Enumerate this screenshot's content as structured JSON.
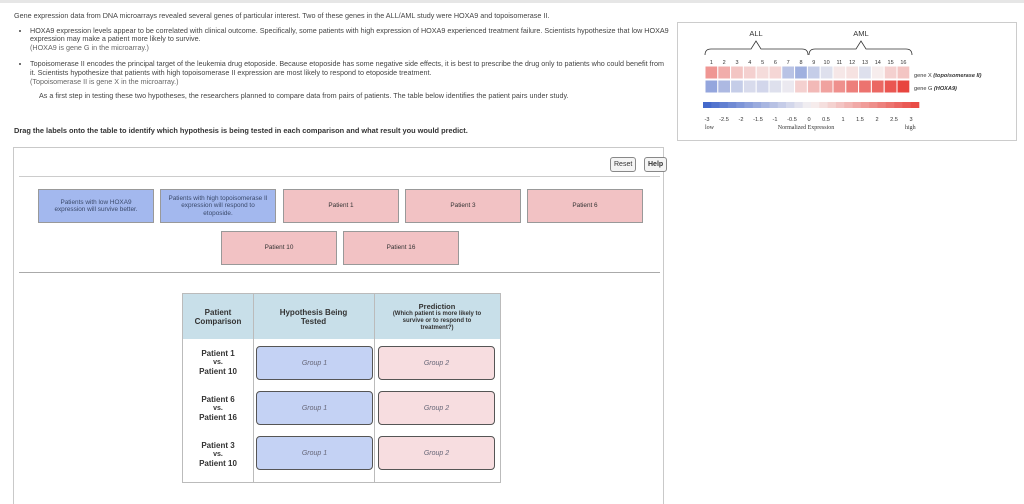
{
  "intro": {
    "lead": "Gene expression data from DNA microarrays revealed several genes of particular interest. Two of these genes in the ALL/AML study were HOXA9 and topoisomerase II.",
    "bullet1": "HOXA9 expression levels appear to be correlated with clinical outcome. Specifically, some patients with high expression of HOXA9 experienced treatment failure. Scientists hypothesize that low HOXA9 expression may make a patient more likely to survive.",
    "bullet1_note": "(HOXA9 is gene G in the microarray.)",
    "bullet2": "Topoisomerase II encodes the principal target of the leukemia drug etoposide. Because etoposide has some negative side effects, it is best to prescribe the drug only to patients who could benefit from it. Scientists hypothesize that patients with high topoisomerase II expression are most likely to respond to etoposide treatment.",
    "bullet2_note": "(Topoisomerase II is gene X in the microarray.)",
    "step": "As a first step in testing these two hypotheses, the researchers planned to compare data from pairs of patients. The table below identifies the patient pairs under study.",
    "instruction": "Drag the labels onto the table to identify which hypothesis is being tested in each comparison and what result you would predict."
  },
  "heatmap": {
    "group_all": "ALL",
    "group_aml": "AML",
    "patients": [
      "1",
      "2",
      "3",
      "4",
      "5",
      "6",
      "7",
      "8",
      "9",
      "10",
      "11",
      "12",
      "13",
      "14",
      "15",
      "16"
    ],
    "gene_x_label": "gene X",
    "gene_x_name": "(topoisomerase II)",
    "gene_g_label": "gene G",
    "gene_g_name": "(HOXA9)",
    "row_x": [
      1.6,
      1.2,
      0.8,
      0.6,
      0.4,
      0.5,
      -1.0,
      -1.4,
      -0.8,
      -0.4,
      0.2,
      0.3,
      -0.4,
      0.1,
      0.6,
      0.8
    ],
    "row_g": [
      -1.6,
      -1.2,
      -0.8,
      -0.5,
      -0.6,
      -0.4,
      -0.2,
      0.6,
      1.0,
      1.4,
      1.7,
      2.0,
      2.2,
      2.4,
      2.7,
      3.0
    ],
    "scale_ticks": [
      "-3",
      "-2.5",
      "-2",
      "-1.5",
      "-1",
      "-0.5",
      "0",
      "0.5",
      "1",
      "1.5",
      "2",
      "2.5",
      "3"
    ],
    "scale_low": "low",
    "scale_high": "high",
    "scale_title": "Normalized Expression",
    "colors": {
      "low": "#3d63c9",
      "mid": "#f7f3f3",
      "high": "#e8453f"
    }
  },
  "controls": {
    "reset": "Reset",
    "help": "Help"
  },
  "labels": {
    "hyp_hoxa9": "Patients with low HOXA9 expression will survive better.",
    "hyp_topo": "Patients with high topoisomerase II expression will respond to etoposide.",
    "p1": "Patient 1",
    "p3": "Patient 3",
    "p6": "Patient 6",
    "p10": "Patient 10",
    "p16": "Patient 16"
  },
  "table": {
    "col1": "Patient Comparison",
    "col2": "Hypothesis Being Tested",
    "col3_title": "Prediction",
    "col3_sub": "(Which patient is more likely to survive or to respond to treatment?)",
    "rows": [
      {
        "a": "Patient 1",
        "vs": "vs.",
        "b": "Patient 10",
        "hyp": "Group 1",
        "pred": "Group 2"
      },
      {
        "a": "Patient 6",
        "vs": "vs.",
        "b": "Patient 16",
        "hyp": "Group 1",
        "pred": "Group 2"
      },
      {
        "a": "Patient 3",
        "vs": "vs.",
        "b": "Patient 10",
        "hyp": "Group 1",
        "pred": "Group 2"
      }
    ]
  }
}
